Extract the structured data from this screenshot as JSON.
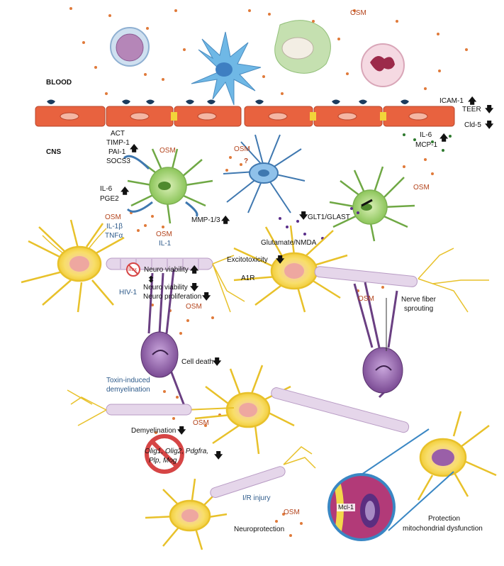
{
  "regions": {
    "blood": "BLOOD",
    "cns": "CNS"
  },
  "labels": {
    "osm": "OSM",
    "icam": "ICAM-1",
    "teer": "TEER",
    "cld5": "Cld-5",
    "il6": "IL-6",
    "mcp1": "MCP-1",
    "act": "ACT",
    "timp1": "TIMP-1",
    "pai1": "PAI-1",
    "socs3": "SOCS3",
    "pge2": "PGE2",
    "il1b": "IL-1β",
    "tnfa": "TNFα",
    "il1": "IL-1",
    "mmp": "MMP-1/3",
    "glt1": "GLT1/GLAST",
    "glutamate": "Glutamate/NMDA",
    "excitotoxicity": "Excitotoxicity",
    "a1r": "A1R",
    "bax": "Bax",
    "neuro_viability": "Neuro viability",
    "neuro_proliferation": "Neuro proliferation",
    "hiv1": "HIV-1",
    "nerve_fiber": "Nerve fiber",
    "sprouting": "sprouting",
    "cell_death": "Cell death",
    "toxin1": "Toxin-induced",
    "toxin2": "demyelination",
    "demyelination": "Demyelination",
    "genes1": "Olig1, Olig2, Pdgfra,",
    "genes2": "Plp, Mog",
    "ir_injury": "I/R injury",
    "neuroprotection": "Neuroprotection",
    "mcl1": "Mcl-1",
    "protection": "Protection",
    "mito": "mitochondrial dysfunction",
    "question": "?"
  },
  "arrows": {
    "up": "🡅",
    "down": "🡇",
    "updown": "⬍"
  },
  "colors": {
    "osm_dot": "#e07a3a",
    "endothelium": "#e8623f",
    "neuron": "#f6d84a",
    "oligodendrocyte": "#8e5fa6",
    "astrocyte": "#9ed06a",
    "microglia": "#7eb6e6",
    "myelin": "#e5d6ea",
    "text_blue": "#2d5a8a",
    "text_orange": "#b4441c"
  }
}
